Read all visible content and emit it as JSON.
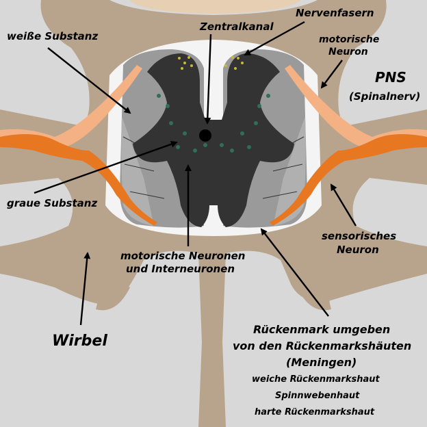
{
  "labels": {
    "weisse_substanz": "weiße Substanz",
    "zentralkanal": "Zentralkanal",
    "nervenfasern": "Nervenfasern",
    "motorische_neuron_1": "motorische",
    "motorische_neuron_2": "Neuron",
    "pns": "PNS",
    "spinalnerv": "(Spinalnerv)",
    "graue_substanz": "graue Substanz",
    "sensorisches_1": "sensorisches",
    "sensorisches_2": "Neuron",
    "motor_inter_1": "motorische Neuronen",
    "motor_inter_2": "und Interneuronen",
    "wirbel": "Wirbel",
    "rm_1": "Rückenmark umgeben",
    "rm_2": "von den Rückenmarkshäuten",
    "rm_3": "(Meningen)",
    "rm_4": "weiche Rückenmarkshaut",
    "rm_5": "Spinnwebenhaut",
    "rm_6": "harte Rückenmarkshaut"
  },
  "colors": {
    "background": "#d8d8d8",
    "vertebra": "#b8a48c",
    "vertebra_top": "#e6cfb3",
    "meninges": "#ffffff",
    "white_matter": "#9a9a9a",
    "white_matter_light": "#b5b5b5",
    "grey_matter": "#333333",
    "nerve_orange": "#e87722",
    "nerve_orange_light": "#f4b183"
  }
}
